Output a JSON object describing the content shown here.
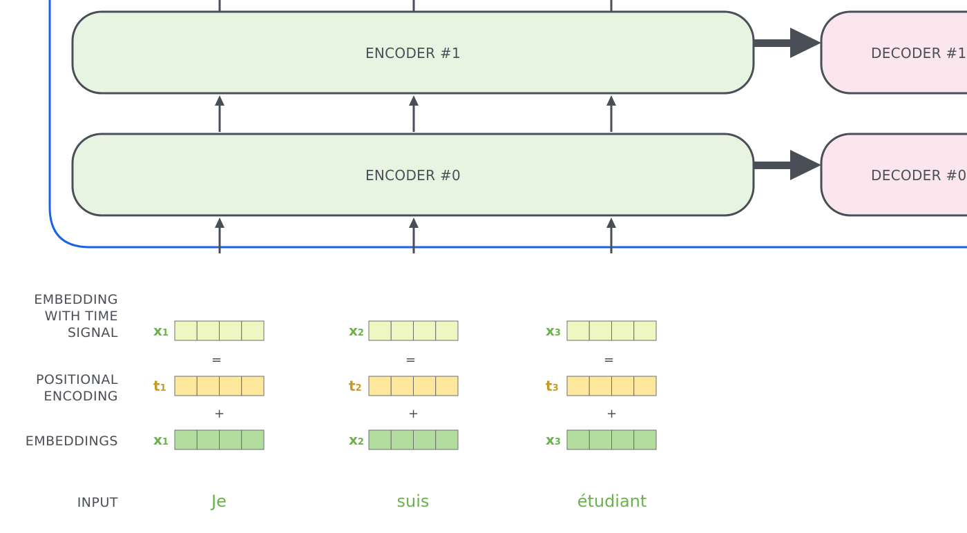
{
  "encoders": [
    {
      "label": "ENCODER #1"
    },
    {
      "label": "ENCODER #0"
    }
  ],
  "decoders": [
    {
      "label": "DECODER #1"
    },
    {
      "label": "DECODER #0"
    }
  ],
  "row_labels": {
    "embedding_with_time_signal": [
      "EMBEDDING",
      "WITH TIME",
      "SIGNAL"
    ],
    "positional_encoding": [
      "POSITIONAL",
      "ENCODING"
    ],
    "embeddings": [
      "EMBEDDINGS"
    ],
    "input": [
      "INPUT"
    ]
  },
  "tokens": [
    {
      "word": "Je",
      "x_base": "x",
      "x_sub": "1",
      "t_base": "t",
      "t_sub": "1"
    },
    {
      "word": "suis",
      "x_base": "x",
      "x_sub": "2",
      "t_base": "t",
      "t_sub": "2"
    },
    {
      "word": "étudiant",
      "x_base": "x",
      "x_sub": "3",
      "t_base": "t",
      "t_sub": "3"
    }
  ],
  "operators": {
    "equals": "=",
    "plus": "+"
  },
  "vector_cells": 4,
  "colors": {
    "container_border": "#1a62e8",
    "encoder_fill": "#e8f4e2",
    "decoder_fill": "#fbe6ee",
    "block_stroke": "#4a4f57",
    "arrow": "#4a4f57",
    "signal_cell": "#eef7c2",
    "positional_cell": "#fde89d",
    "embedding_cell": "#b2dd9e",
    "cell_stroke": "#6d6d6d"
  }
}
